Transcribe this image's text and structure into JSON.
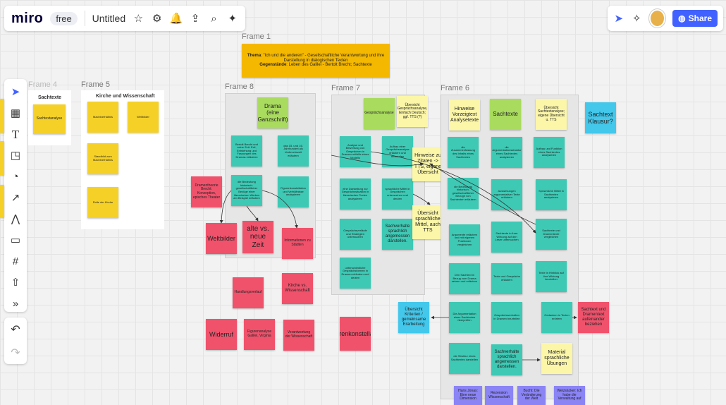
{
  "app": {
    "logo": "miro",
    "plan": "free",
    "board_title": "Untitled"
  },
  "toolbar_icons": [
    "star-icon",
    "gear-icon",
    "bell-icon",
    "upload-icon",
    "search-icon",
    "magic-icon"
  ],
  "right": {
    "share_label": "Share"
  },
  "frames": {
    "f1": "Frame 1",
    "f4": "Frame 4",
    "f5": "Frame 5",
    "f6": "Frame 6",
    "f7": "Frame 7",
    "f8": "Frame 8"
  },
  "frame1": {
    "theme_label": "Thema",
    "theme_text": ": \"Ich und die anderen\" - Gesellschaftliche Verantwortung und ihre Darstellung in dialogischen Texten",
    "subject_label": "Gegenstände",
    "subject_text": ": Leben des Galilei - Bertolt Brecht; Sachtexte"
  },
  "frame4": {
    "title": "Sachtexte",
    "note": "Sachtextanalyse"
  },
  "frame5": {
    "title": "Kirche und Wissenschaft",
    "notes": [
      "Machtverhältnis",
      "Weltbilder",
      "Standbild zum Machtverhältnis",
      "Rolle der Kirche"
    ]
  },
  "frame8": {
    "main": "Drama (eine Ganzschrift)",
    "t1": "Bertolt Brecht und seine Zeit: Exil, Entstehung und Fassungen des Dramas erläutern",
    "t2": "das 15. und 16. Jahrhundert als Umbruchszeit erläutern",
    "t3": "die Bedeutung historisch-gesellschaftlicher Bezüge einer literarischen Werkes am Beispiel erläutern",
    "t4": "Figurenkonstellation und Verhältnisse analysieren"
  },
  "frame7": {
    "main": "Gesprächsanalyse",
    "ly1": "Übersicht Gesprächsanalyse, Einfach Deutsch; ggf. TTS (?)",
    "t1": "Analyse und Bewertung von Gesprächen in Dramen mithilfe eines Modells",
    "t2": "Aufbau einer Gesprächsanalyse erläutern und anwenden",
    "t3": "eine Darstellung zur Gesprächssituation in literarischen Texten analysieren",
    "t4": "Gesprächsverläufe und Strategien untersuchen",
    "t5": "sprachliche Mittel in Gesprächen untersuchen und deuten",
    "t6": "Sachverhalte sprachlich angemessen darstellen.",
    "t7": "unterschiedliche Gesprächsformen in Dramen erläutern und deuten",
    "ly2": "Hinweise zu Zitaten -> TTS, eigene Übersicht",
    "ly3": "Übersicht sprachliche Mittel, auch TTS"
  },
  "frame6": {
    "ly1": "Hinweise Vorzeigtext Analysetexte",
    "g1": "Sachtexte",
    "ly2": "Übersicht Sachtextanalyse; eigene Übersicht u. TTS",
    "t1": "die Zusammenfassung des Inhalts eines Sachtextes",
    "t2": "die Argumentationsstruktur eines Sachtextes analysieren",
    "t3": "Aufbau und Funktion eines Sachtextes analysieren",
    "t4": "die Bedeutung historisch-gesellschaftlicher Bezüge von Sachtexten erläutern",
    "t5": "Auswirkungen argumentativer Texte erläutern",
    "t6": "Sprachliche Mittel in Sachtexten analysieren",
    "t7": "Argumente erläutern und mit eigenen Positionen vergleichen",
    "t8": "Sachtexte in ihrer Wirkung auf den Leser untersuchen",
    "t9": "Sachtexte und Dramentexte vergleichen",
    "t10": "Den Sachtext in Bezug zum Drama setzen und erläutern",
    "t11": "Texte und Gespräche erläutern",
    "t12": "Texte in Hinblick auf ihre Wirkung beurteilen",
    "t13": "Die Argumentation eines Sachtextes überprüfen",
    "t14": "Gesprächsverhalten in Dramen beurteilen",
    "t15": "Gedanken in Texten erörtern",
    "t16": "die Struktur eines Sachtextes darstellen",
    "t17": "Sachverhalte sprachlich angemessen darstellen.",
    "ly3": "Material sprachliche Übungen",
    "v1": "Hans Jonas: Eine neue Dimension",
    "v2": "Rezension Wissenschaft",
    "v3": "Bucht: Die Veränderung der Welt",
    "v4": "Weizsäcker: Ich habe die Verwaltung auf"
  },
  "free_notes": {
    "sachtext_klausur": "Sachtext Klausur?",
    "dramentheorie": "Dramentheorie Brecht: Konzeption, episches Theater",
    "weltbilder": "Weltbilder",
    "alte_zeit": "alte vs. neue Zeit",
    "informationen": "Informationen zu Städten",
    "handlungsverlauf": "Handlungsverlauf",
    "kirche_wiss": "Kirche vs. Wissenschaft",
    "widerruf": "Widerruf",
    "figurenanalyse": "Figurenanalyse Galilei, Virginia",
    "verantwortung": "Verantwortung der Wissenschaft",
    "figurenkonst": "Figurenkonstellation",
    "kriterien": "Übersicht Kriterien / gemeinsame Erarbeitung",
    "sachtext_drama": "Sachtext und Dramentext aufeinander beziehen"
  }
}
